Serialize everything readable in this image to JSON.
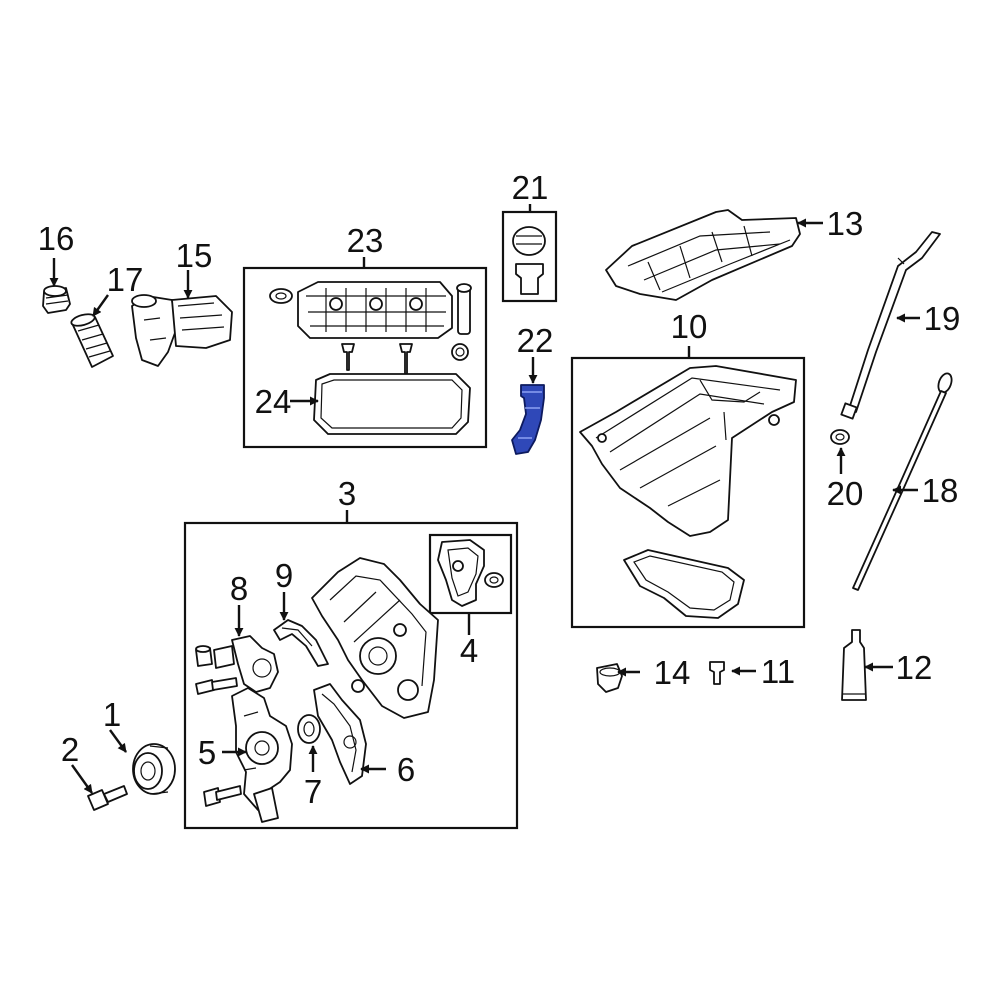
{
  "labels": {
    "p1": "1",
    "p2": "2",
    "p3": "3",
    "p4": "4",
    "p5": "5",
    "p6": "6",
    "p7": "7",
    "p8": "8",
    "p9": "9",
    "p10": "10",
    "p11": "11",
    "p12": "12",
    "p13": "13",
    "p14": "14",
    "p15": "15",
    "p16": "16",
    "p17": "17",
    "p18": "18",
    "p19": "19",
    "p20": "20",
    "p21": "21",
    "p22": "22",
    "p23": "23",
    "p24": "24"
  },
  "colors": {
    "highlight_part": "#2f48b8",
    "line": "#111111",
    "background": "#ffffff"
  },
  "highlighted_part": "22"
}
